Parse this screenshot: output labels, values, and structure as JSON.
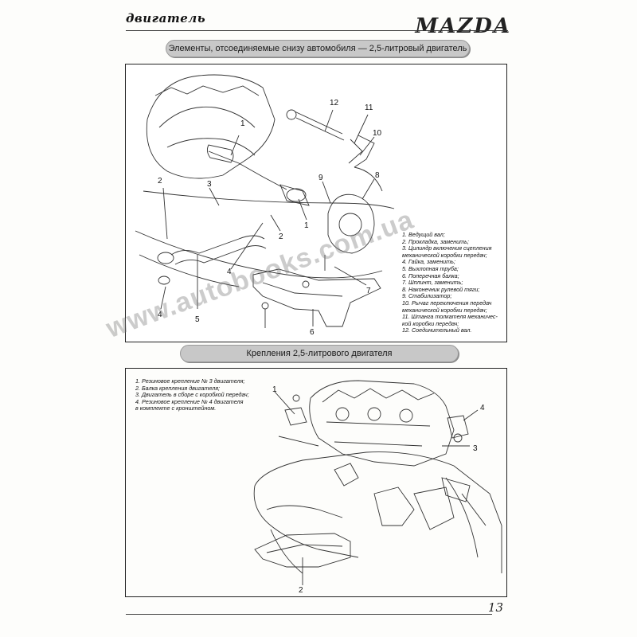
{
  "header": {
    "section": "двигатель",
    "brand": "MAZDA"
  },
  "section1": {
    "title": "Элементы, отсоединяемые снизу автомобиля — 2,5-литровый двигатель",
    "callouts": [
      "1",
      "2",
      "3",
      "4",
      "5",
      "6",
      "7",
      "8",
      "9",
      "10",
      "11",
      "12",
      "1",
      "2",
      "4"
    ],
    "legend": [
      "1. Ведущий вал;",
      "2. Прокладка, заменить;",
      "3. Цилиндр включения сцепления",
      "механической коробки передач;",
      "4. Гайка, заменить;",
      "5. Выхлопная труба;",
      "6. Поперечная балка;",
      "7. Шплинт, заменить;",
      "8. Наконечник рулевой тяги;",
      "9. Стабилизатор;",
      "10. Рычаг переключения передач",
      "механической коробки передач;",
      "11. Штанга толкателя механичес-",
      "кой коробки передач;",
      "12. Соединительный вал."
    ]
  },
  "section2": {
    "title": "Крепления 2,5-литрового двигателя",
    "callouts": [
      "1",
      "2",
      "3",
      "4"
    ],
    "legend": [
      "1. Резиновое крепление № 3 двигателя;",
      "2. Балка крепления двигателя;",
      "3. Двигатель в сборе с коробкой передач;",
      "4. Резиновое крепление № 4 двигателя",
      "в комплекте с кронштейном."
    ]
  },
  "watermark": "www.autobooks.com.ua",
  "page_number": "13"
}
